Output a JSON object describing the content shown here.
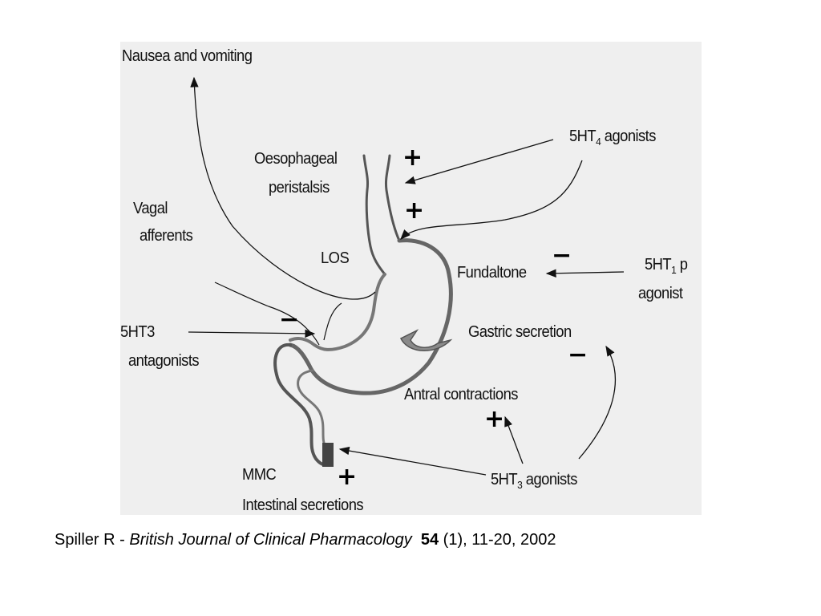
{
  "diagram": {
    "labels": {
      "nausea": "Nausea and vomiting",
      "oesophageal_1": "Oesophageal",
      "oesophageal_2": "peristalsis",
      "vagal_1": "Vagal",
      "vagal_2": "afferents",
      "los": "LOS",
      "fundal_tone": "Fundaltone",
      "ht3_antagonists_1": "5HT3",
      "ht3_antagonists_2": "antagonists",
      "gastric_secretion": "Gastric secretion",
      "antral_contractions": "Antral contractions",
      "mmc": "MMC",
      "intestinal_secretions": "Intestinal secretions",
      "ht4_prefix": "5HT",
      "ht4_sub": "4",
      "ht4_suffix": " agonists",
      "ht1_prefix": "5HT",
      "ht1_sub": "1",
      "ht1_suffix": " p",
      "ht1_line2": "agonist",
      "ht3ag_prefix": "5HT",
      "ht3ag_sub": "3",
      "ht3ag_suffix": " agonists"
    },
    "signs": {
      "oesophageal_plus": "+",
      "los_plus": "+",
      "fundal_minus": "−",
      "antagonist_minus": "−",
      "gastric_minus": "−",
      "antral_plus": "+",
      "mmc_plus": "+"
    }
  },
  "citation": {
    "author": "Spiller R - ",
    "journal": "British Journal of Clinical Pharmacology",
    "volume": "54",
    "details": " (1), 11-20, 2002"
  }
}
